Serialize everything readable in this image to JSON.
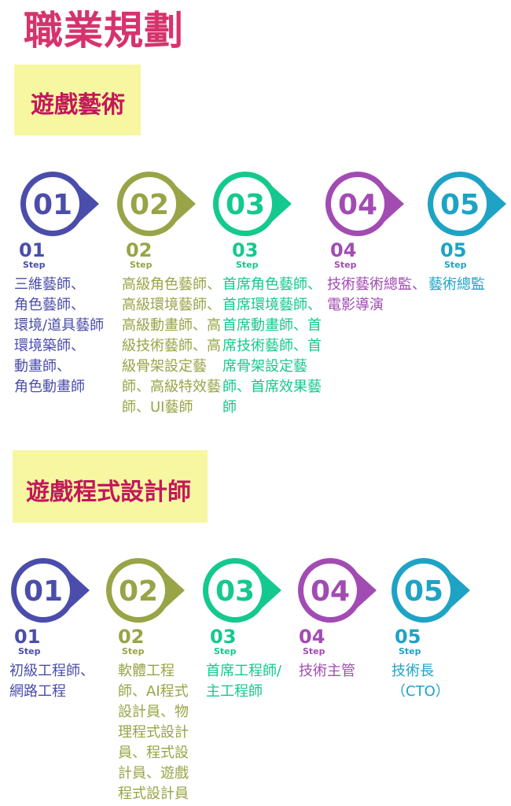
{
  "page_title": "職業規劃",
  "step_word": "Step",
  "colors": {
    "title": "#d6336c",
    "section_bg": "#f6f7a0",
    "section_text": "#c2185b",
    "step_1": "#4b4dab",
    "step_2": "#98a446",
    "step_3": "#14c98e",
    "step_4": "#a24bb3",
    "step_5": "#1ea3c5"
  },
  "sections": [
    {
      "title": "遊戲藝術",
      "steps": [
        {
          "badge": "01",
          "num": "01",
          "color_key": "step_1",
          "icon": "step-1-badge-icon",
          "desc": "三維藝師、\n角色藝師、\n環境/道具藝師\n環境築師、\n動畫師、\n角色動畫師"
        },
        {
          "badge": "02",
          "num": "02",
          "color_key": "step_2",
          "icon": "step-2-badge-icon",
          "desc": "高級角色藝師、高級環境藝師、高級動畫師、高級技術藝師、高級骨架設定藝師、高級特效藝師、UI藝師"
        },
        {
          "badge": "03",
          "num": "03",
          "color_key": "step_3",
          "icon": "step-3-badge-icon",
          "desc": "首席角色藝師、首席環境藝師、首席動畫師、首席技術藝師、首席骨架設定藝師、首席效果藝師"
        },
        {
          "badge": "04",
          "num": "04",
          "color_key": "step_4",
          "icon": "step-4-badge-icon",
          "desc": "技術藝術總監、電影導演"
        },
        {
          "badge": "05",
          "num": "05",
          "color_key": "step_5",
          "icon": "step-5-badge-icon",
          "desc": "藝術總監"
        }
      ]
    },
    {
      "title": "遊戲程式設計師",
      "steps": [
        {
          "badge": "01",
          "num": "01",
          "color_key": "step_1",
          "icon": "step-1-badge-icon",
          "desc": "初級工程師、\n網路工程"
        },
        {
          "badge": "02",
          "num": "02",
          "color_key": "step_2",
          "icon": "step-2-badge-icon",
          "desc": "軟體工程師、AI程式設計員、物理程式設計員、程式設計員、遊戲程式設計員"
        },
        {
          "badge": "03",
          "num": "03",
          "color_key": "step_3",
          "icon": "step-3-badge-icon",
          "desc": "首席工程師/\n主工程師"
        },
        {
          "badge": "04",
          "num": "04",
          "color_key": "step_4",
          "icon": "step-4-badge-icon",
          "desc": "技術主管"
        },
        {
          "badge": "05",
          "num": "05",
          "color_key": "step_5",
          "icon": "step-5-badge-icon",
          "desc": "技術長\n（CTO）"
        }
      ]
    }
  ]
}
